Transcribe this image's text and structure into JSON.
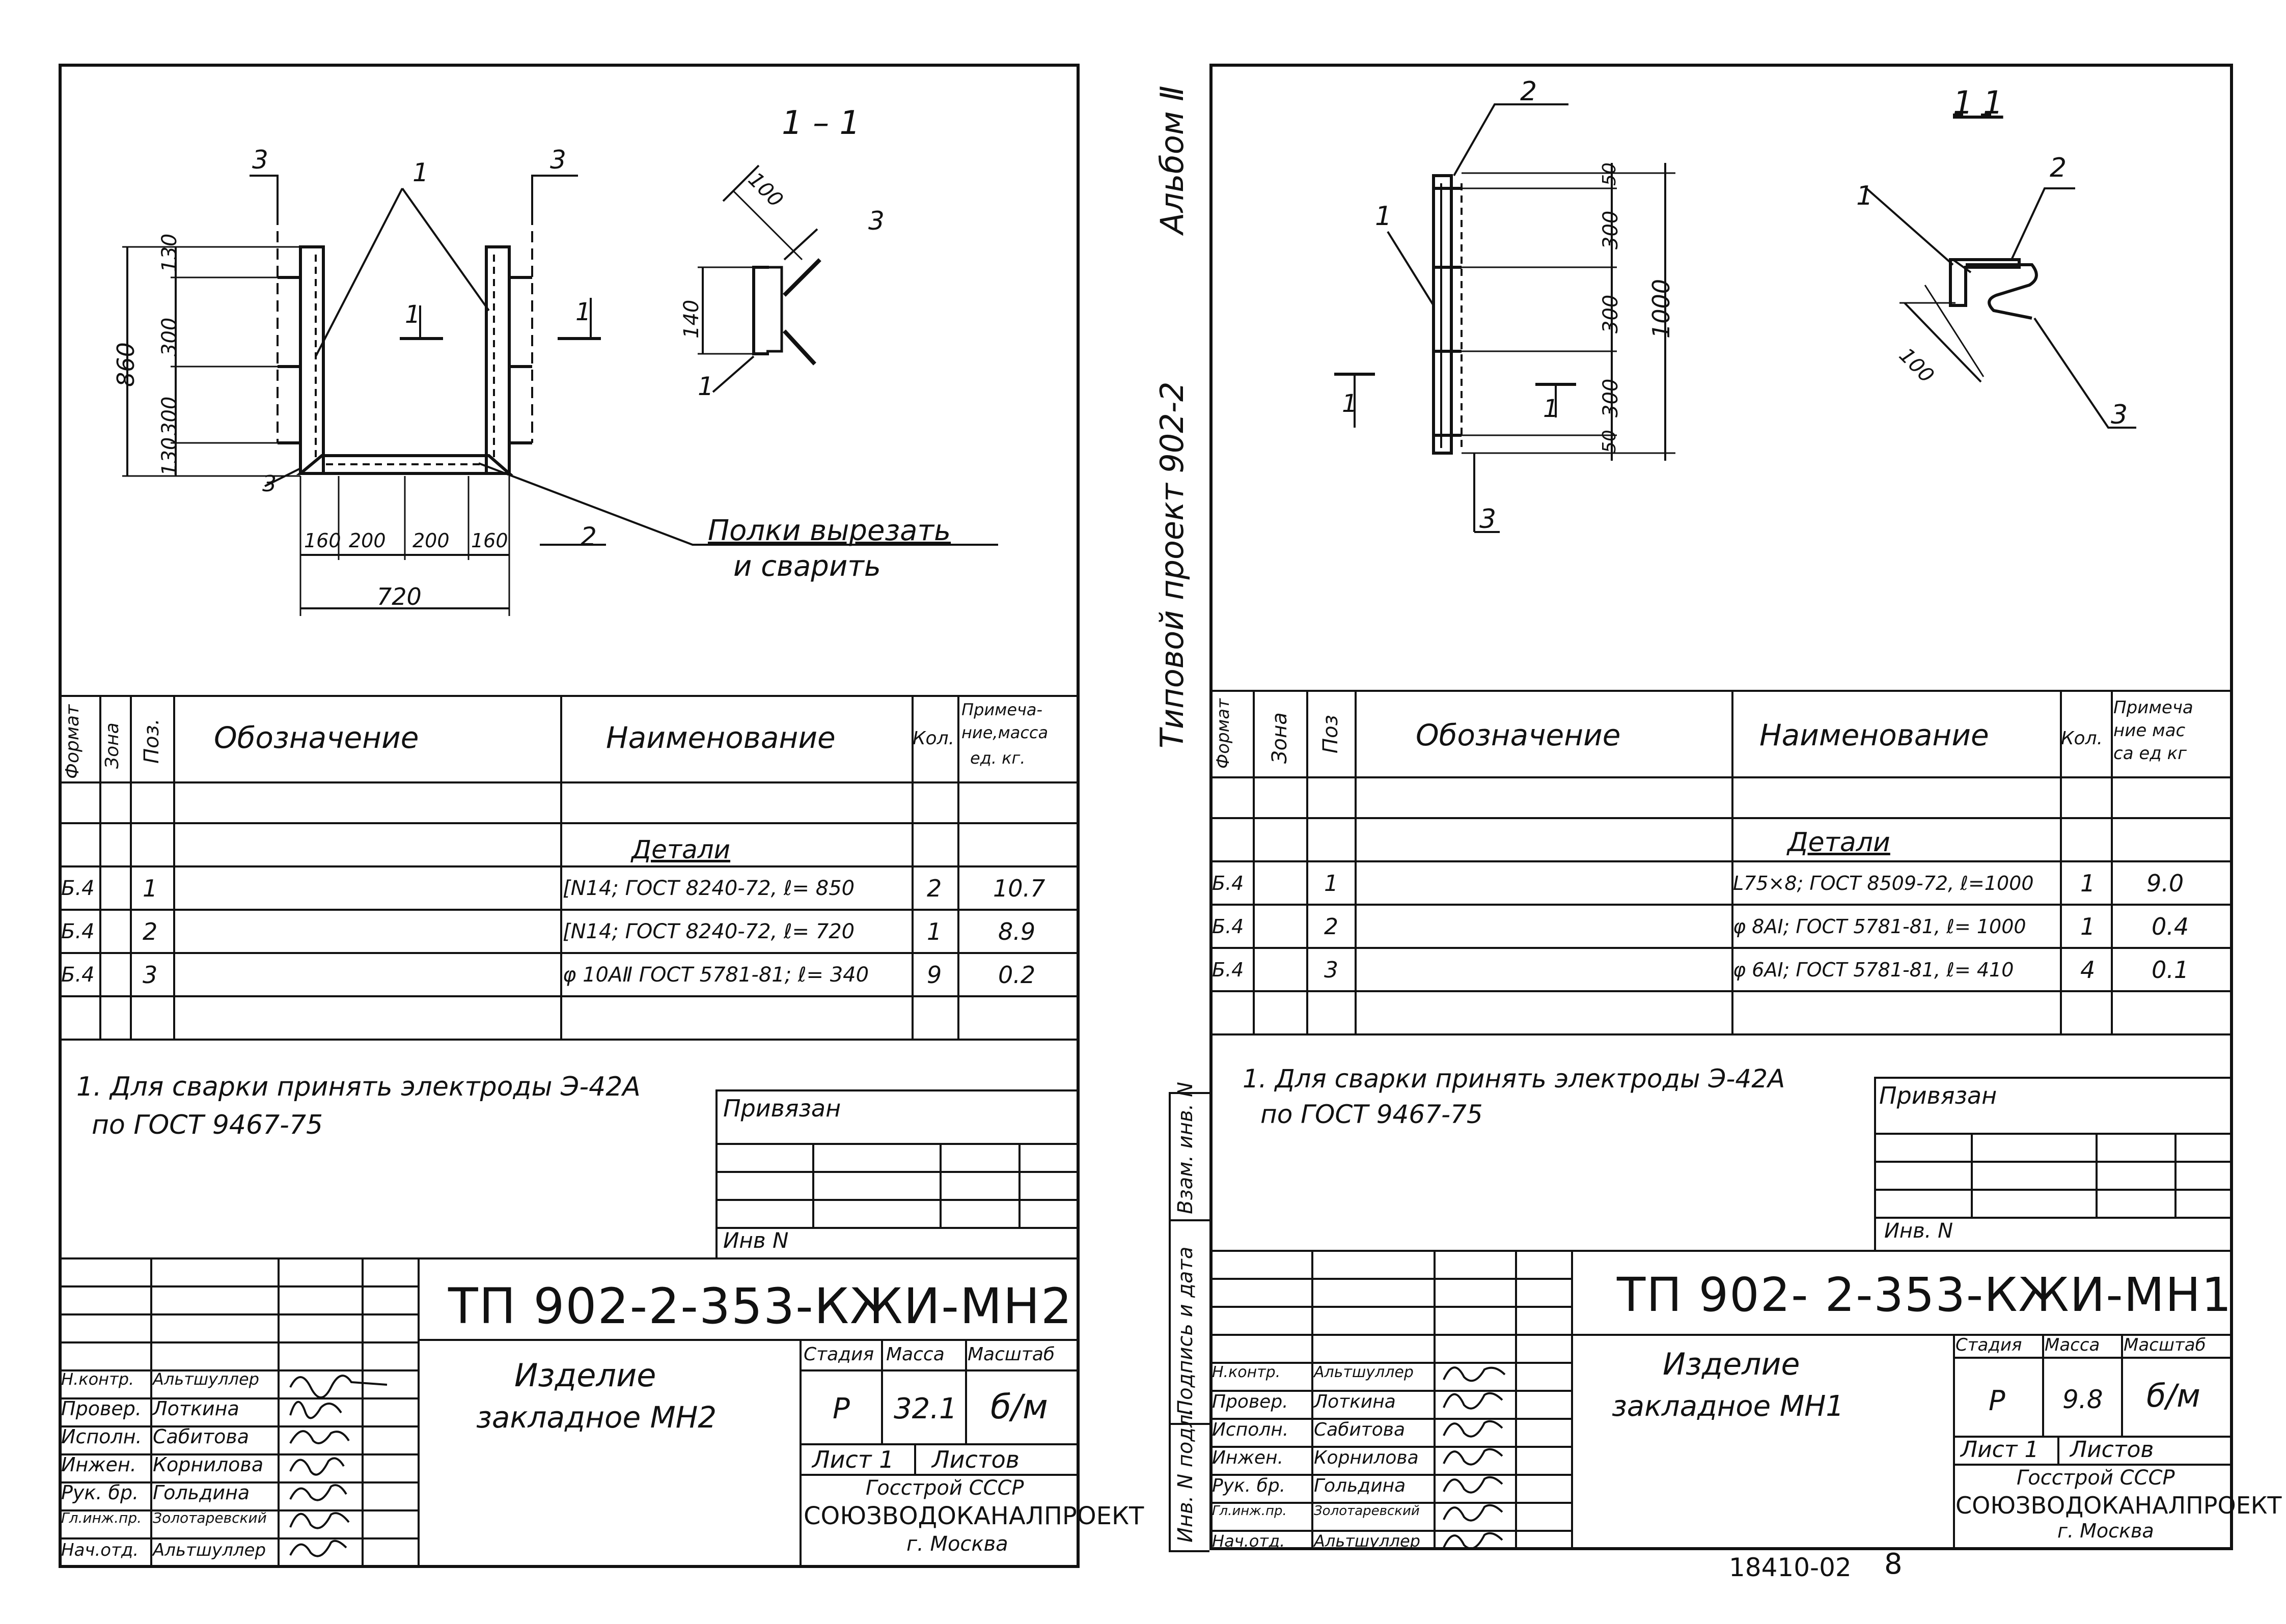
{
  "left_sheet": {
    "section_label": "1 – 1",
    "callouts": {
      "pos1": "1",
      "pos2": "2",
      "pos3a": "3",
      "pos3b": "3",
      "pos3c": "3",
      "sec_pos1": "1",
      "sec_pos3": "3"
    },
    "dimensions": {
      "height_total": "860",
      "heights": [
        "130",
        "300",
        "300",
        "130"
      ],
      "widths": [
        "160",
        "200",
        "200",
        "160"
      ],
      "width_total": "720",
      "section_100": "100",
      "section_140": "140"
    },
    "section_marks": [
      "1",
      "1"
    ],
    "note_cut": [
      "Полки вырезать",
      "и сварить"
    ],
    "spec_headers": {
      "format": "Формат",
      "zone": "Зона",
      "pos": "Поз.",
      "designation": "Обозначение",
      "name": "Наименование",
      "qty": "Кол.",
      "note": [
        "Примеча-",
        "ние,масса",
        "ед. кг."
      ]
    },
    "spec_section_title": "Детали",
    "spec_rows": [
      {
        "format": "Б.4",
        "pos": "1",
        "name": "[N14; ГОСТ 8240-72, ℓ= 850",
        "qty": "2",
        "mass": "10.7"
      },
      {
        "format": "Б.4",
        "pos": "2",
        "name": "[N14; ГОСТ 8240-72, ℓ= 720",
        "qty": "1",
        "mass": "8.9"
      },
      {
        "format": "Б.4",
        "pos": "3",
        "name": "φ 10АⅡ ГОСТ 5781-81; ℓ= 340",
        "qty": "9",
        "mass": "0.2"
      }
    ],
    "note": [
      "1. Для сварки принять электроды Э-42А",
      "по ГОСТ 9467-75"
    ],
    "bound_label": "Привязан",
    "inv_label": "Инв N",
    "doc_code": "ТП 902-2-353-КЖИ-МН2",
    "title_lines": [
      "Изделие",
      "закладное  МН2"
    ],
    "stage_headers": {
      "stage": "Стадия",
      "mass": "Масса",
      "scale": "Масштаб"
    },
    "stage_values": {
      "stage": "Р",
      "mass": "32.1",
      "scale": "б/м"
    },
    "sheet_label": "Лист 1",
    "sheets_label": "Листов",
    "org": [
      "Госстрой СССР",
      "СОЮЗВОДОКАНАЛПРОЕКТ",
      "г. Москва"
    ],
    "signers": [
      {
        "role": "Н.контр.",
        "name": "Альтшуллер"
      },
      {
        "role": "Провер.",
        "name": "Лоткина"
      },
      {
        "role": "Исполн.",
        "name": "Сабитова"
      },
      {
        "role": "Инжен.",
        "name": "Корнилова"
      },
      {
        "role": "Рук. бр.",
        "name": "Гольдина"
      },
      {
        "role": "Гл.инж.пр.",
        "name": "Золотаревский"
      },
      {
        "role": "Нач.отд.",
        "name": "Альтшуллер"
      }
    ]
  },
  "right_sheet": {
    "section_label": "1 1",
    "callouts": {
      "pos1": "1",
      "pos2": "2",
      "pos3": "3",
      "sec_pos1": "1",
      "sec_pos2": "2",
      "sec_pos3": "3"
    },
    "dimensions": {
      "heights": [
        "50",
        "300",
        "300",
        "300",
        "50"
      ],
      "height_total": "1000",
      "section_100": "100"
    },
    "section_marks": [
      "1",
      "1"
    ],
    "spec_headers": {
      "format": "Формат",
      "zone": "Зона",
      "pos": "Поз",
      "designation": "Обозначение",
      "name": "Наименование",
      "qty": "Кол.",
      "note": [
        "Примеча",
        "ние мас",
        "са ед кг"
      ]
    },
    "spec_section_title": "Детали",
    "spec_rows": [
      {
        "format": "Б.4",
        "pos": "1",
        "name": "L75×8; ГОСТ 8509-72, ℓ=1000",
        "qty": "1",
        "mass": "9.0"
      },
      {
        "format": "Б.4",
        "pos": "2",
        "name": "φ 8АI; ГОСТ 5781-81, ℓ= 1000",
        "qty": "1",
        "mass": "0.4"
      },
      {
        "format": "Б.4",
        "pos": "3",
        "name": "φ 6АI; ГОСТ 5781-81, ℓ= 410",
        "qty": "4",
        "mass": "0.1"
      }
    ],
    "note": [
      "1. Для сварки принять электроды Э-42А",
      "по ГОСТ 9467-75"
    ],
    "bound_label": "Привязан",
    "inv_label": "Инв. N",
    "doc_code": "ТП 902- 2-353-КЖИ-МН1",
    "title_lines": [
      "Изделие",
      "закладное  МН1"
    ],
    "stage_headers": {
      "stage": "Стадия",
      "mass": "Масса",
      "scale": "Масштаб"
    },
    "stage_values": {
      "stage": "Р",
      "mass": "9.8",
      "scale": "б/м"
    },
    "sheet_label": "Лист 1",
    "sheets_label": "Листов",
    "org": [
      "Госстрой СССР",
      "СОЮЗВОДОКАНАЛПРОЕКТ",
      "г. Москва"
    ],
    "signers": [
      {
        "role": "Н.контр.",
        "name": "Альтшуллер"
      },
      {
        "role": "Провер.",
        "name": "Лоткина"
      },
      {
        "role": "Исполн.",
        "name": "Сабитова"
      },
      {
        "role": "Инжен.",
        "name": "Корнилова"
      },
      {
        "role": "Рук. бр.",
        "name": "Гольдина"
      },
      {
        "role": "Гл.инж.пр.",
        "name": "Золотаревский"
      },
      {
        "role": "Нач.отд.",
        "name": "Альтшуллер"
      }
    ],
    "side_stamp": [
      "Инв. N подл.",
      "Подпись и дата",
      "Взам. инв. N"
    ]
  },
  "binding_text": {
    "album": "Альбом Ⅱ",
    "project": "Типовой проект 902-2"
  },
  "footer": {
    "archive_no": "18410-02",
    "page_no": "8"
  }
}
